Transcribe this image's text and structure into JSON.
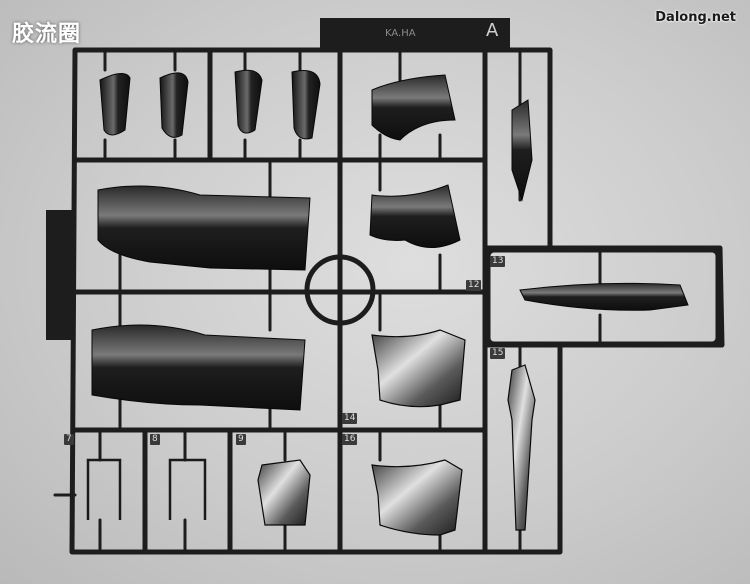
{
  "watermarks": {
    "left": "胶流圈",
    "right": "Dalong.net"
  },
  "sprue": {
    "letter": "A",
    "code": "KA.HA",
    "part_numbers": [
      "7",
      "8",
      "9",
      "12",
      "13",
      "14",
      "15",
      "16"
    ]
  },
  "colors": {
    "background": "#cfcfcf",
    "plastic": "#1a1a1a",
    "plastic_highlight": "#6a6a6a"
  }
}
